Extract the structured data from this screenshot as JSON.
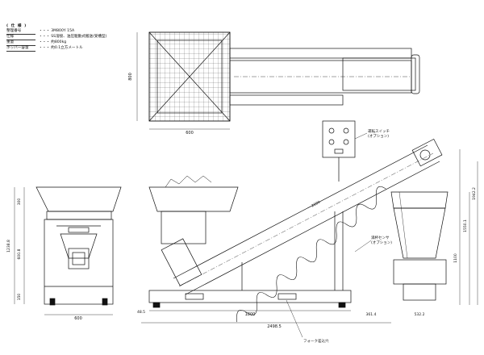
{
  "spec_table": {
    "header": "( 仕 様 )",
    "rows": [
      {
        "key": "整理番号",
        "value": "・・・  3M800Y 15A"
      },
      {
        "key": "仕様",
        "value": "・・・  SS溶接、油圧駆動式搬送(受槽型)"
      },
      {
        "key": "重量",
        "value": "・・・  約800kg"
      },
      {
        "key": "ホッパー容量",
        "value": "・・・  約0.1立方メートル"
      }
    ]
  },
  "dimensions": {
    "top_width": "600",
    "top_height": "800",
    "front_width": "600",
    "front_height_total": "1238.8",
    "front_height_part1": "300",
    "front_height_part2": "600.8",
    "front_height_part3": "150",
    "base_left": "48.5",
    "base_length": "1800",
    "offset_right": "361.4",
    "right_end": "532.2",
    "total_length": "2498.5",
    "conveyor_length": "2600",
    "height_right_1": "1100",
    "height_right_2": "1550.1",
    "height_right_3": "1942.2"
  },
  "callouts": {
    "switch_label": "運転スイッチ\n(オプション)",
    "sensor_label": "満杯センサ\n(オプション)",
    "forklift_label": "フォーク差込穴"
  }
}
